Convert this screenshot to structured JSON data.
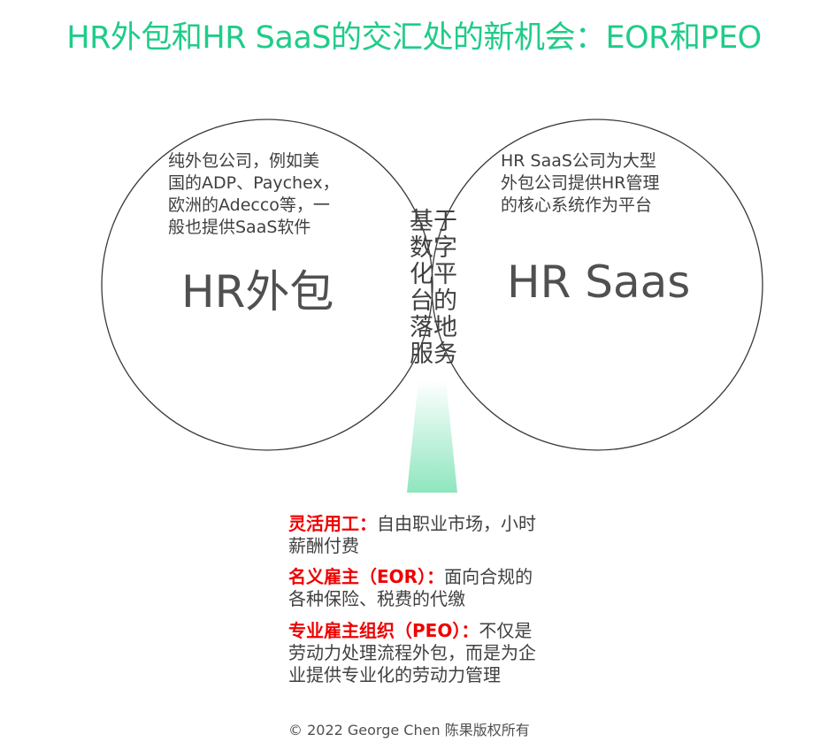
{
  "title": "HR外包和HR SaaS的交汇处的新机会：EOR和PEO",
  "left_circle": {
    "label": "HR外包",
    "description_lines": [
      "纯外包公司，例如美",
      "国的ADP、Paychex，",
      "欧洲的Adecco等，一",
      "般也提供SaaS软件"
    ]
  },
  "right_circle": {
    "label": "HR Saas",
    "description_lines": [
      "HR SaaS公司为大型",
      "外包公司提供HR管理",
      "的核心系统作为平台"
    ]
  },
  "intersection": {
    "lines": [
      "基于",
      "数字",
      "化平",
      "台的",
      "落地",
      "服务"
    ]
  },
  "notes": [
    {
      "term": "灵活用工：",
      "lines": [
        "自由职业市场，小时",
        "薪酬付费"
      ]
    },
    {
      "term": "名义雇主（EOR）：",
      "lines": [
        "面向合规的",
        "各种保险、税费的代缴"
      ]
    },
    {
      "term": "专业雇主组织（PEO）：",
      "lines": [
        "不仅是",
        "劳动力处理流程外包，而是为企",
        "业提供专业化的劳动力管理"
      ]
    }
  ],
  "copyright": "© 2022 George Chen 陈果版权所有",
  "colors": {
    "title": "#1fcc88",
    "term": "#ee0000",
    "pointer": "#7fe0b6"
  }
}
